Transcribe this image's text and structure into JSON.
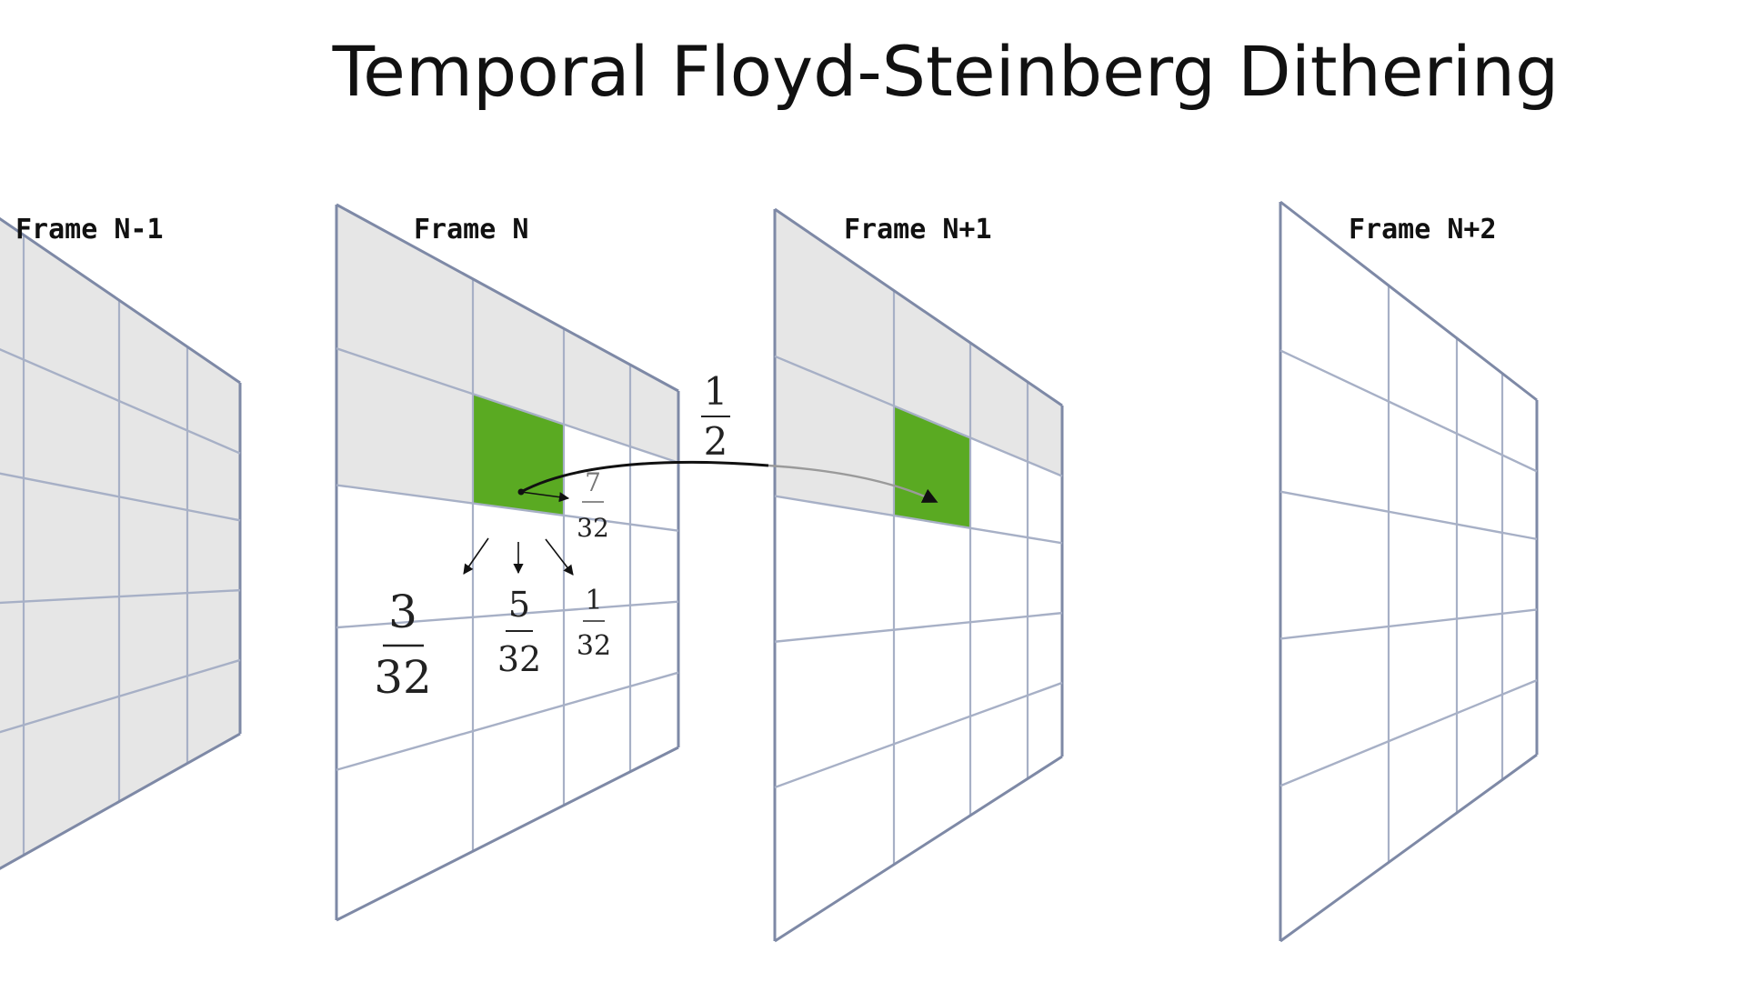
{
  "title": "Temporal Floyd-Steinberg Dithering",
  "frames": [
    {
      "label": "Frame N-1"
    },
    {
      "label": "Frame N"
    },
    {
      "label": "Frame N+1"
    },
    {
      "label": "Frame N+2"
    }
  ],
  "weights": {
    "right": {
      "num": "7",
      "den": "32"
    },
    "below_left": {
      "num": "3",
      "den": "32"
    },
    "below": {
      "num": "5",
      "den": "32"
    },
    "below_right": {
      "num": "1",
      "den": "32"
    },
    "next_frame": {
      "num": "1",
      "den": "2"
    }
  },
  "colors": {
    "processed": "#e6e6e6",
    "current": "#5aaa22",
    "grid": "#a7b0c6",
    "grid_dark": "#7e89a6",
    "background": "#ffffff"
  }
}
